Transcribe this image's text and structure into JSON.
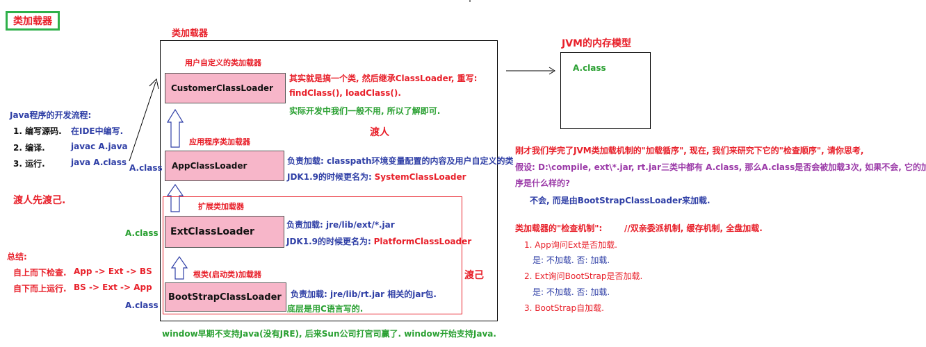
{
  "title": "类加载器",
  "frame_title": "类加载器",
  "dev_flow": {
    "heading": "Java程序的开发流程:",
    "steps": [
      {
        "label": "1. 编写源码.",
        "detail": "在IDE中编写."
      },
      {
        "label": "2. 编译.",
        "detail": "javac A.java"
      },
      {
        "label": "3. 运行.",
        "detail": "java A.class"
      }
    ]
  },
  "side_labels": {
    "aclass_1": "A.class",
    "aclass_2": "A.class",
    "aclass_3": "A.class",
    "ferry_first": "渡人先渡己.",
    "ferry_people": "渡人",
    "ferry_self": "渡己"
  },
  "summary": {
    "heading": "总结:",
    "line1_label": "自上而下检查.",
    "line1_path": "App -> Ext -> BS",
    "line2_label": "自下而上运行.",
    "line2_path": "BS -> Ext -> App"
  },
  "loaders": {
    "custom": {
      "caption": "用户自定义的类加载器",
      "name": "CustomerClassLoader",
      "desc1": "其实就是搞一个类, 然后继承ClassLoader, 重写:",
      "desc2": "findClass(), loadClass().",
      "desc3": "实际开发中我们一般不用, 所以了解即可."
    },
    "app": {
      "caption": "应用程序类加载器",
      "name": "AppClassLoader",
      "desc1": "负责加载: classpath环境变量配置的内容及用户自定义的类",
      "desc2_prefix": "JDK1.9的时候更名为:",
      "desc2_name": "SystemClassLoader"
    },
    "ext": {
      "caption": "扩展类加载器",
      "name": "ExtClassLoader",
      "desc1": "负责加载: jre/lib/ext/*.jar",
      "desc2_prefix": "JDK1.9的时候更名为:",
      "desc2_name": "PlatformClassLoader"
    },
    "bootstrap": {
      "caption": "根类(启动类)加载器",
      "name": "BootStrapClassLoader",
      "desc1": "负责加载: jre/lib/rt.jar 相关的jar包.",
      "desc2": "底层是用C语言写的."
    }
  },
  "footer": "window早期不支持Java(没有JRE), 后来Sun公司打官司赢了. window开始支持Java.",
  "jvm": {
    "title": "JVM的内存模型",
    "content": "A.class"
  },
  "question": {
    "line1": "刚才我们学完了JVM类加载机制的\"加载循序\", 现在, 我们来研究下它的\"检查顺序\", 请你思考,",
    "line2": "假设: D:\\compile, ext\\*.jar, rt.jar三类中都有 A.class, 那么A.class是否会被加载3次, 如果不会, 它的加载顺",
    "line3": "序是什么样的?",
    "answer": "不会, 而是由BootStrapClassLoader来加载."
  },
  "mechanism": {
    "heading": "类加载器的\"检查机制\":",
    "note": "//双亲委派机制, 缓存机制, 全盘加载.",
    "step1": "1. App询问Ext是否加载.",
    "step1_sub": "是: 不加载.    否: 加载.",
    "step2": "2. Ext询问BootStrap是否加载.",
    "step2_sub": "是: 不加载.    否: 加载.",
    "step3": "3. BootStrap自加载."
  }
}
